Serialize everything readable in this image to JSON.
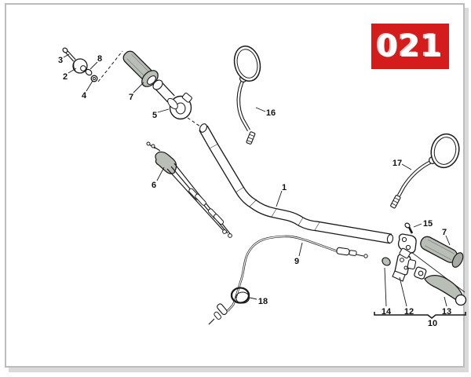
{
  "badge": {
    "code": "021"
  },
  "colors": {
    "badge_bg": "#d41c1c",
    "badge_fg": "#ffffff",
    "line": "#1a1a1a",
    "part_fill": "#b9beb7",
    "page_border": "#bcbcbc",
    "shadow": "#dadada"
  },
  "callouts": {
    "n1": "1",
    "n2": "2",
    "n3": "3",
    "n4": "4",
    "n5": "5",
    "n6": "6",
    "n7_left": "7",
    "n7_right": "7",
    "n8": "8",
    "n9": "9",
    "n10": "10",
    "n12": "12",
    "n13": "13",
    "n14": "14",
    "n15": "15",
    "n16": "16",
    "n17": "17",
    "n18": "18"
  }
}
